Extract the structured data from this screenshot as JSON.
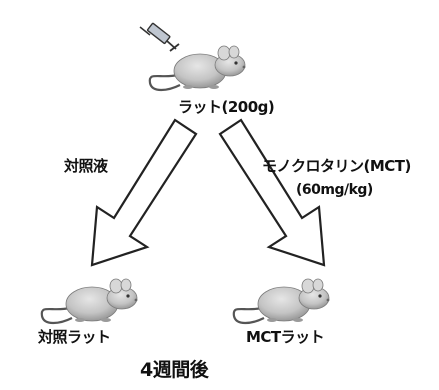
{
  "diagram": {
    "top_rat_label": "ラット(200g)",
    "left_arrow_label": "対照液",
    "right_arrow_label": "モノクロタリン(MCT)",
    "right_arrow_dose": "(60mg/kg)",
    "bottom_left_label": "対照ラット",
    "bottom_right_label": "MCTラット",
    "duration_label": "4週間後"
  },
  "colors": {
    "rat_fill": "#c9c9c9",
    "rat_shade": "#8f8f8f",
    "arrow_stroke": "#222222",
    "arrow_fill": "#ffffff",
    "syringe_fill": "#bfc6d0"
  },
  "icons": [
    "syringe-icon",
    "rat-icon"
  ]
}
